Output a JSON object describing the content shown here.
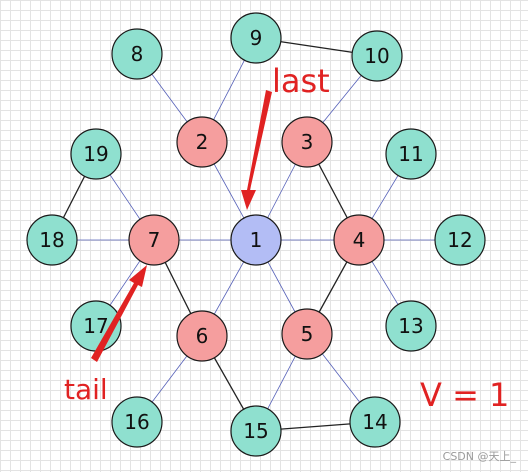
{
  "colors": {
    "center": "#b3bdf5",
    "ring": "#f59e9e",
    "leaf": "#8fe0cf",
    "annotation": "#e02222"
  },
  "nodes": [
    {
      "id": "1",
      "group": "center"
    },
    {
      "id": "2",
      "group": "ring"
    },
    {
      "id": "3",
      "group": "ring"
    },
    {
      "id": "4",
      "group": "ring"
    },
    {
      "id": "5",
      "group": "ring"
    },
    {
      "id": "6",
      "group": "ring"
    },
    {
      "id": "7",
      "group": "ring"
    },
    {
      "id": "8",
      "group": "leaf"
    },
    {
      "id": "9",
      "group": "leaf"
    },
    {
      "id": "10",
      "group": "leaf"
    },
    {
      "id": "11",
      "group": "leaf"
    },
    {
      "id": "12",
      "group": "leaf"
    },
    {
      "id": "13",
      "group": "leaf"
    },
    {
      "id": "14",
      "group": "leaf"
    },
    {
      "id": "15",
      "group": "leaf"
    },
    {
      "id": "16",
      "group": "leaf"
    },
    {
      "id": "17",
      "group": "leaf"
    },
    {
      "id": "18",
      "group": "leaf"
    },
    {
      "id": "19",
      "group": "leaf"
    }
  ],
  "edges": [
    {
      "from": "1",
      "to": "2",
      "style": "blue"
    },
    {
      "from": "1",
      "to": "3",
      "style": "blue"
    },
    {
      "from": "1",
      "to": "4",
      "style": "blue"
    },
    {
      "from": "1",
      "to": "5",
      "style": "blue"
    },
    {
      "from": "1",
      "to": "6",
      "style": "blue"
    },
    {
      "from": "1",
      "to": "7",
      "style": "blue"
    },
    {
      "from": "3",
      "to": "4",
      "style": "black"
    },
    {
      "from": "4",
      "to": "5",
      "style": "black"
    },
    {
      "from": "6",
      "to": "7",
      "style": "black"
    },
    {
      "from": "6",
      "to": "15",
      "style": "black"
    },
    {
      "from": "9",
      "to": "10",
      "style": "black"
    },
    {
      "from": "18",
      "to": "19",
      "style": "black"
    },
    {
      "from": "14",
      "to": "15",
      "style": "black"
    },
    {
      "from": "2",
      "to": "8",
      "style": "blue"
    },
    {
      "from": "2",
      "to": "9",
      "style": "blue"
    },
    {
      "from": "3",
      "to": "10",
      "style": "blue"
    },
    {
      "from": "4",
      "to": "11",
      "style": "blue"
    },
    {
      "from": "4",
      "to": "12",
      "style": "blue"
    },
    {
      "from": "4",
      "to": "13",
      "style": "blue"
    },
    {
      "from": "5",
      "to": "14",
      "style": "blue"
    },
    {
      "from": "5",
      "to": "15",
      "style": "blue"
    },
    {
      "from": "6",
      "to": "16",
      "style": "blue"
    },
    {
      "from": "7",
      "to": "17",
      "style": "blue"
    },
    {
      "from": "7",
      "to": "18",
      "style": "blue"
    },
    {
      "from": "7",
      "to": "19",
      "style": "blue"
    }
  ],
  "annotations": {
    "last": "last",
    "tail": "tail",
    "v_equation": "V = 1"
  },
  "watermark": "CSDN @天上_"
}
